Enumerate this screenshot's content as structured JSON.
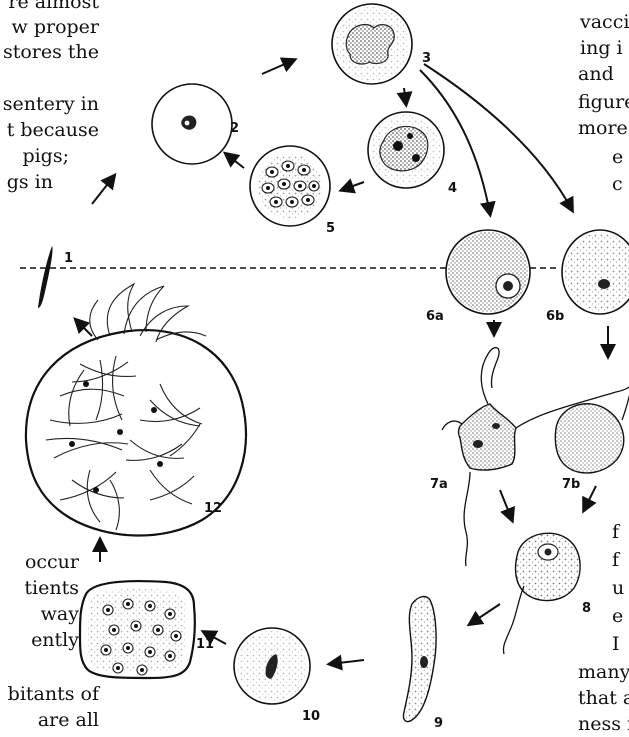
{
  "left_text": [
    "re almost",
    "w proper",
    "stores the",
    "",
    "sentery in",
    "t because",
    "pigs;",
    "gs in"
  ],
  "left_text_bottom": [
    "occur",
    "tients",
    "way",
    "ently",
    "",
    "bitants of",
    "are all"
  ],
  "right_text": [
    "vacci",
    "ing i",
    "and",
    "figure",
    "more",
    "e",
    "c"
  ],
  "right_text_bottom": [
    "f",
    "f",
    "u",
    "e",
    "I",
    "many",
    "that a",
    "ness i"
  ],
  "stage_labels": [
    "1",
    "2",
    "3",
    "4",
    "5",
    "6a",
    "6b",
    "7a",
    "7b",
    "8",
    "9",
    "10",
    "11",
    "12"
  ]
}
